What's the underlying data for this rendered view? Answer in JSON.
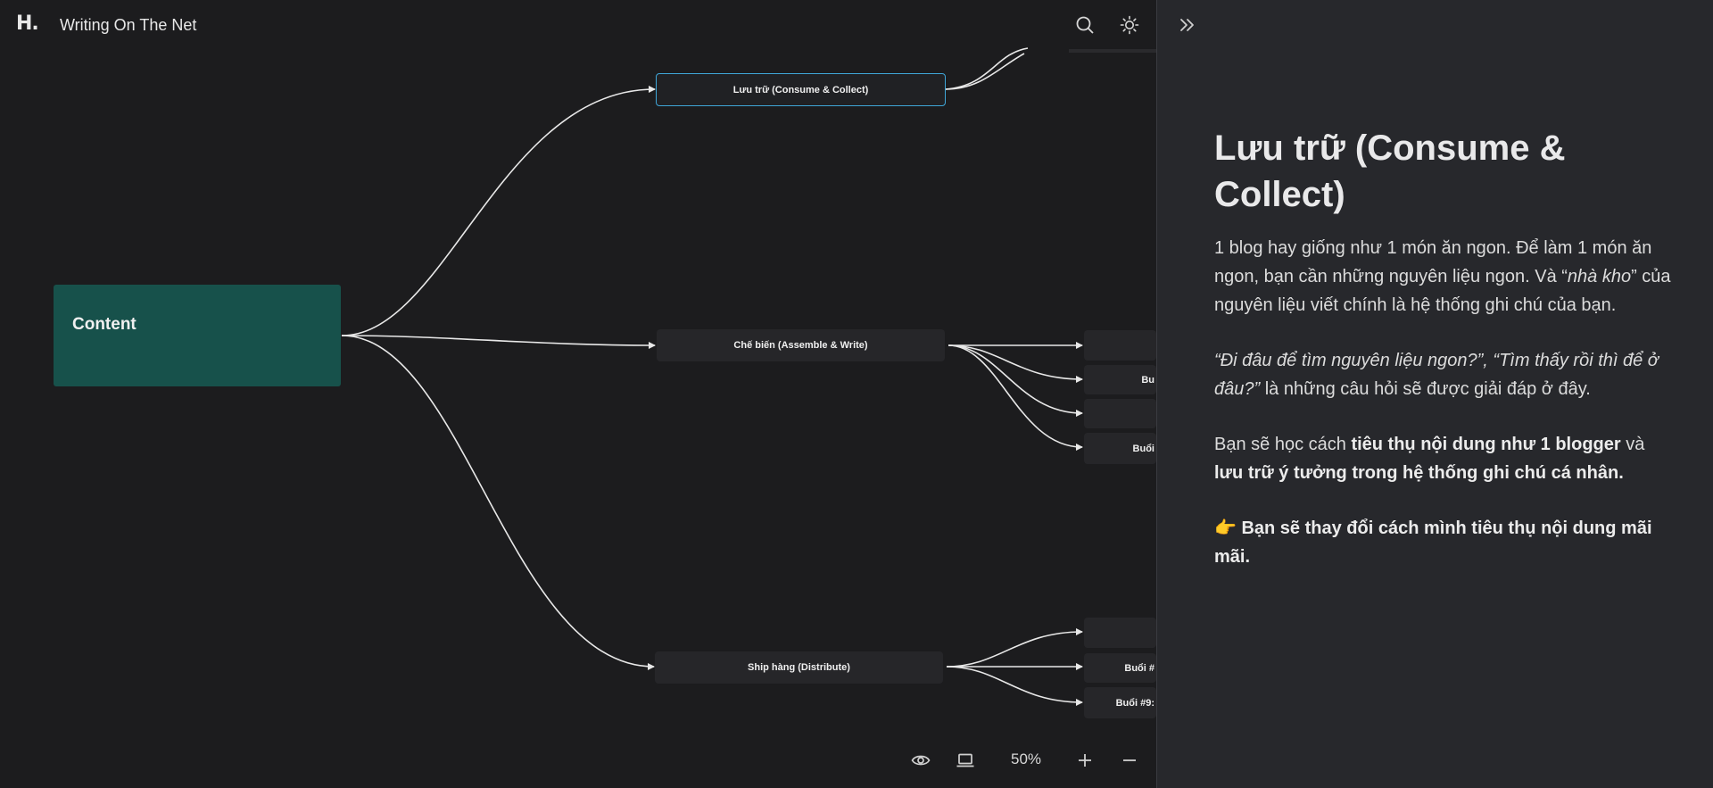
{
  "app": {
    "logo": "H.",
    "title": "Writing On The Net",
    "icons": [
      "search-icon",
      "sun-icon"
    ]
  },
  "mindmap": {
    "root": "Content",
    "branches": [
      {
        "label": "Lưu trữ (Consume & Collect)",
        "selected": true
      },
      {
        "label": "Chế biến (Assemble & Write)",
        "selected": false
      },
      {
        "label": "Ship hàng (Distribute)",
        "selected": false
      }
    ],
    "children": [
      {
        "label": ""
      },
      {
        "label": "Bu"
      },
      {
        "label": ""
      },
      {
        "label": "Buổi"
      },
      {
        "label": ""
      },
      {
        "label": "Buổi #"
      },
      {
        "label": "Buổi #9:"
      }
    ]
  },
  "bottom_bar": {
    "zoom": "50%",
    "icons": [
      "eye-icon",
      "laptop-icon",
      "plus-icon",
      "minus-icon"
    ]
  },
  "panel": {
    "collapse_icon": "double-chevron-right-icon",
    "title": "Lưu trữ (Consume & Collect)",
    "p1": {
      "a": "1 blog hay giống như 1 món ăn ngon. Để làm 1 món ăn ngon, bạn cần những nguyên liệu ngon. Và “",
      "b": "nhà kho",
      "c": "” của nguyên liệu viết chính là hệ thống ghi chú của bạn."
    },
    "p2": {
      "a": "“Đi đâu để tìm nguyên liệu ngon?”, “Tìm thấy rồi thì để ở đâu?”",
      "b": " là những câu hỏi sẽ được giải đáp ở đây."
    },
    "p3": {
      "a": "Bạn sẽ học cách ",
      "b": "tiêu thụ nội dung như 1 blogger",
      "c": " và ",
      "d": "lưu trữ ý tưởng trong hệ thống ghi chú cá nhân."
    },
    "p4": {
      "emoji": "👉",
      "text": " Bạn sẽ thay đổi cách mình tiêu thụ nội dung mãi mãi."
    }
  },
  "colors": {
    "canvas": "#1c1c1e",
    "panel": "#27282c",
    "root_node": "#17514b",
    "node": "#262629",
    "selection": "#3fa6d8"
  }
}
